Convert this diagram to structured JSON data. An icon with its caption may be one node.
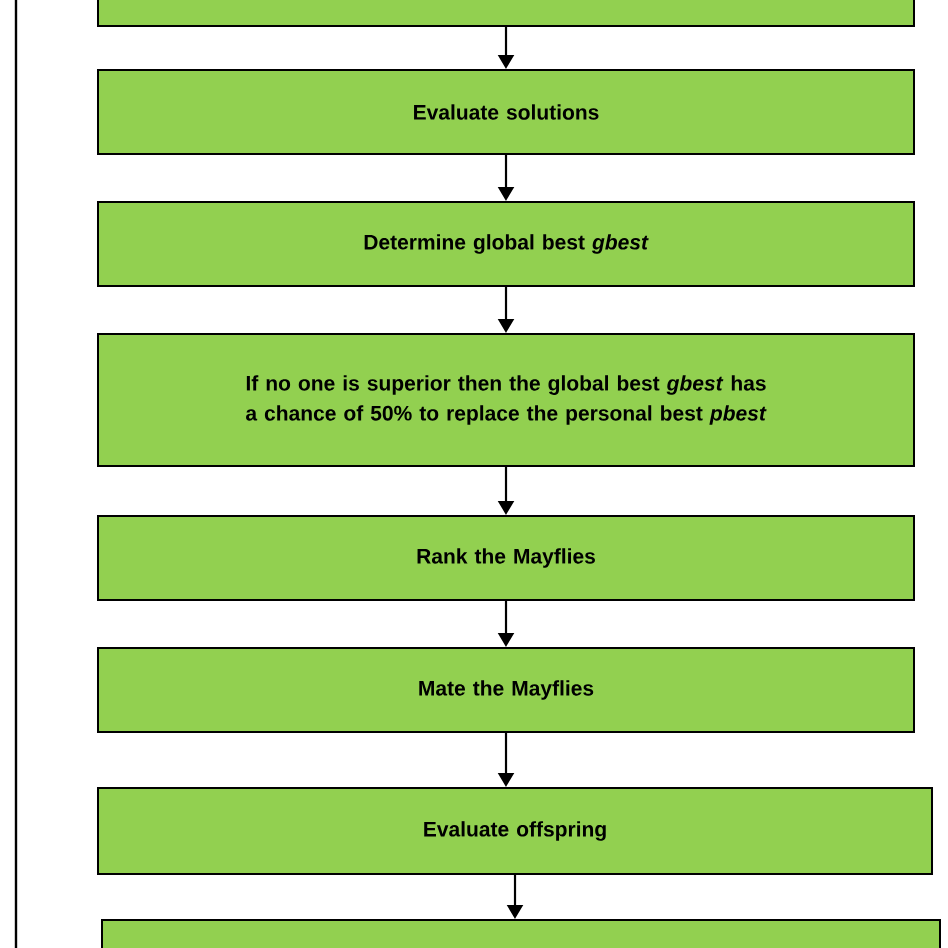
{
  "diagram": {
    "nodes": [
      {
        "text": [],
        "shape": "box"
      },
      {
        "text": [
          "Evaluate solutions"
        ]
      },
      {
        "text": [
          "Determine global best *gbest*"
        ]
      },
      {
        "text": [
          "If no one is superior then the global best *gbest* has a chance of 50% to replace the personal best *pbest*"
        ]
      },
      {
        "text": [
          "Rank the Mayflies"
        ]
      },
      {
        "text": [
          "Mate the Mayflies"
        ]
      },
      {
        "text": [
          "Evaluate offspring"
        ]
      },
      {
        "text": [],
        "shape": "box"
      }
    ],
    "edges": [
      {
        "from": 0,
        "to": 1,
        "arrow": "to"
      },
      {
        "from": 1,
        "to": 2,
        "arrow": "to"
      },
      {
        "from": 2,
        "to": 3,
        "arrow": "to"
      },
      {
        "from": 3,
        "to": 4,
        "arrow": "to"
      },
      {
        "from": 4,
        "to": 5,
        "arrow": "to"
      },
      {
        "from": 5,
        "to": 6,
        "arrow": "to"
      },
      {
        "from": 6,
        "to": 7,
        "arrow": "to"
      }
    ]
  }
}
